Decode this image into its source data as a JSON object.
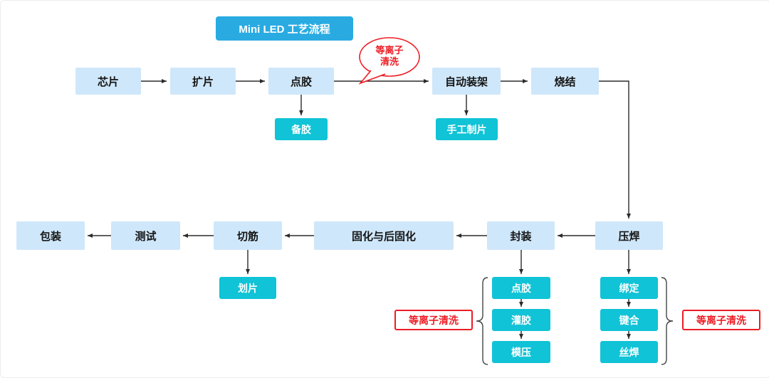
{
  "title": "Mini LED 工艺流程",
  "colors": {
    "title_bg": "#29abe2",
    "node_bg": "#cfe7fa",
    "sub_node_bg": "#10c3d6",
    "red": "#ed1c24",
    "arrow": "#2b2b2b"
  },
  "top_flow": {
    "nodes": [
      "芯片",
      "扩片",
      "点胶",
      "自动装架",
      "烧结"
    ],
    "plasma_bubble": {
      "line1": "等离子",
      "line2": "清洗"
    },
    "branch_dispense_prep": "备胶",
    "branch_manual_sheet": "手工制片"
  },
  "bottom_flow": {
    "nodes": [
      "包装",
      "测试",
      "切筋",
      "固化与后固化",
      "封装",
      "压焊"
    ],
    "branch_dicing": "划片",
    "encapsulate_stack": [
      "点胶",
      "灌胶",
      "模压"
    ],
    "bond_stack": [
      "绑定",
      "键合",
      "丝焊"
    ],
    "plasma_label_left": "等离子清洗",
    "plasma_label_right": "等离子清洗"
  }
}
